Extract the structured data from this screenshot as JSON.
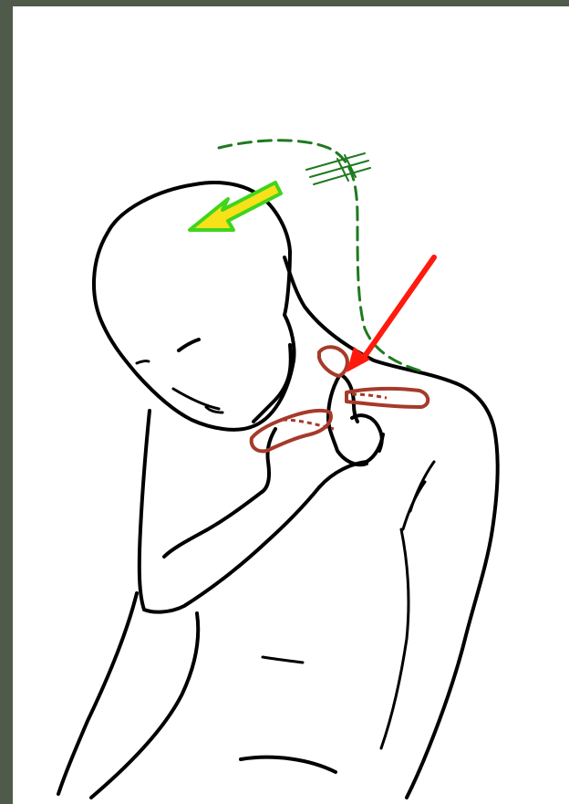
{
  "frame": {
    "background_color": "#4f5a4a",
    "canvas_color": "#ffffff"
  },
  "illustration": {
    "subject": "neck-and-shoulder-stretch",
    "line_color": "#000000",
    "muscle_color": "#a63a2a",
    "arrows": [
      {
        "name": "head-tilt-direction-arrow",
        "color": "#f6e11a",
        "outline": "#3fd51c"
      },
      {
        "name": "pressure-point-arrow",
        "color": "#ff1a0d"
      }
    ],
    "motion_path_color": "#1f7a1f"
  }
}
